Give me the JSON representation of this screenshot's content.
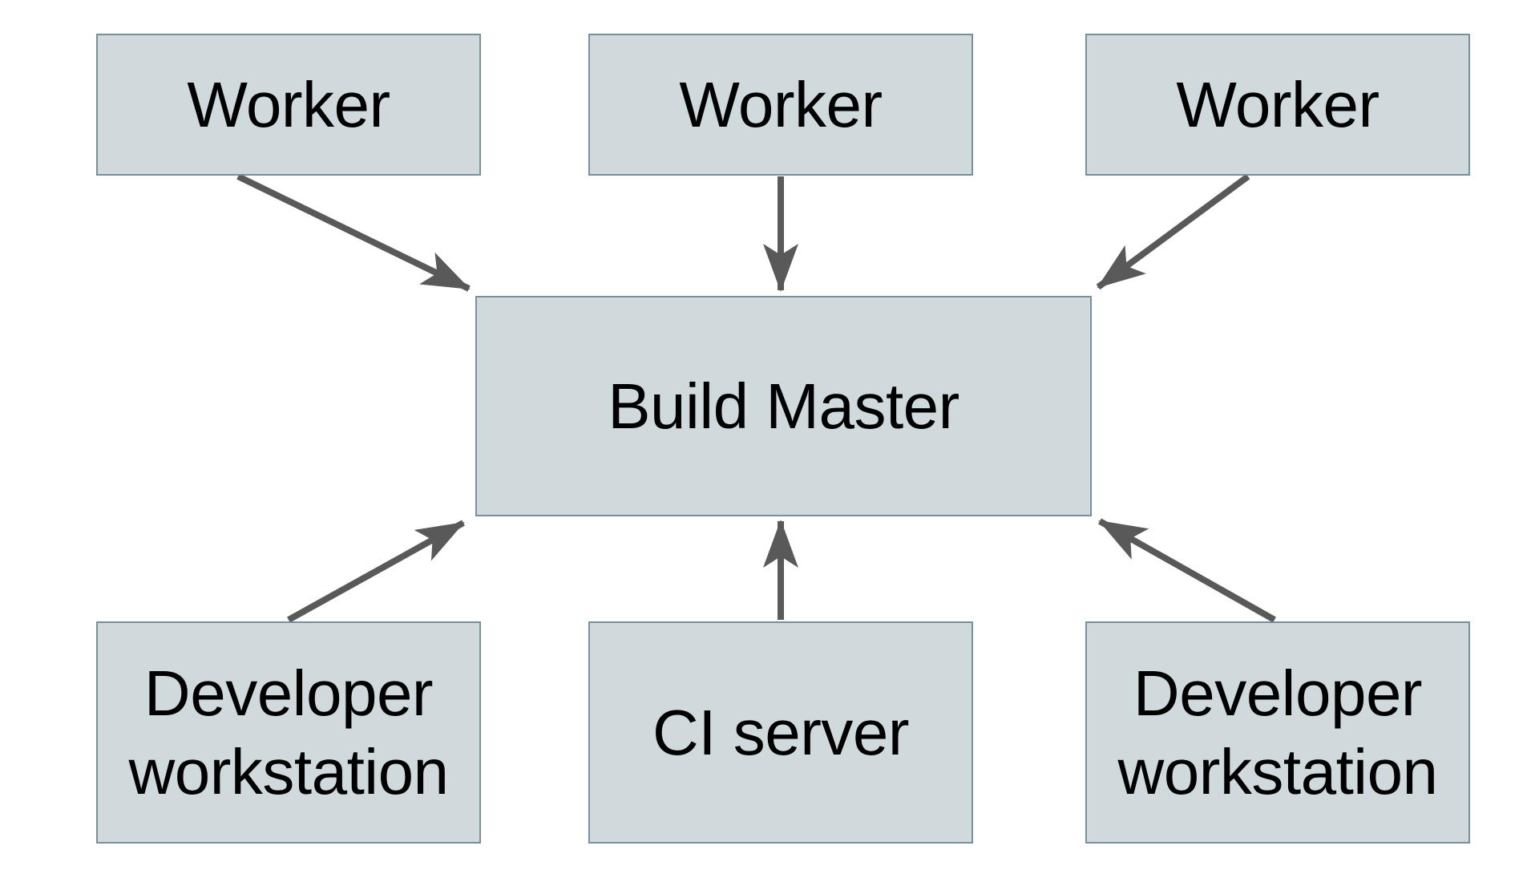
{
  "colors": {
    "background": "#ffffff",
    "node_fill": "#d0d9db",
    "node_border": "#76919d",
    "arrow": "#595959",
    "text": "#000000"
  },
  "nodes": [
    {
      "id": "worker-1",
      "label": "Worker",
      "lines": [
        "Worker"
      ]
    },
    {
      "id": "worker-2",
      "label": "Worker",
      "lines": [
        "Worker"
      ]
    },
    {
      "id": "worker-3",
      "label": "Worker",
      "lines": [
        "Worker"
      ]
    },
    {
      "id": "build-master",
      "label": "Build Master",
      "lines": [
        "Build Master"
      ]
    },
    {
      "id": "developer-workstation-left",
      "label": "Developer workstation",
      "lines": [
        "Developer",
        "workstation"
      ]
    },
    {
      "id": "ci-server",
      "label": "CI server",
      "lines": [
        "CI server"
      ]
    },
    {
      "id": "developer-workstation-right",
      "label": "Developer workstation",
      "lines": [
        "Developer",
        "workstation"
      ]
    }
  ],
  "edges": [
    {
      "from": "worker-1",
      "to": "build-master"
    },
    {
      "from": "worker-2",
      "to": "build-master"
    },
    {
      "from": "worker-3",
      "to": "build-master"
    },
    {
      "from": "developer-workstation-left",
      "to": "build-master"
    },
    {
      "from": "ci-server",
      "to": "build-master"
    },
    {
      "from": "developer-workstation-right",
      "to": "build-master"
    }
  ]
}
